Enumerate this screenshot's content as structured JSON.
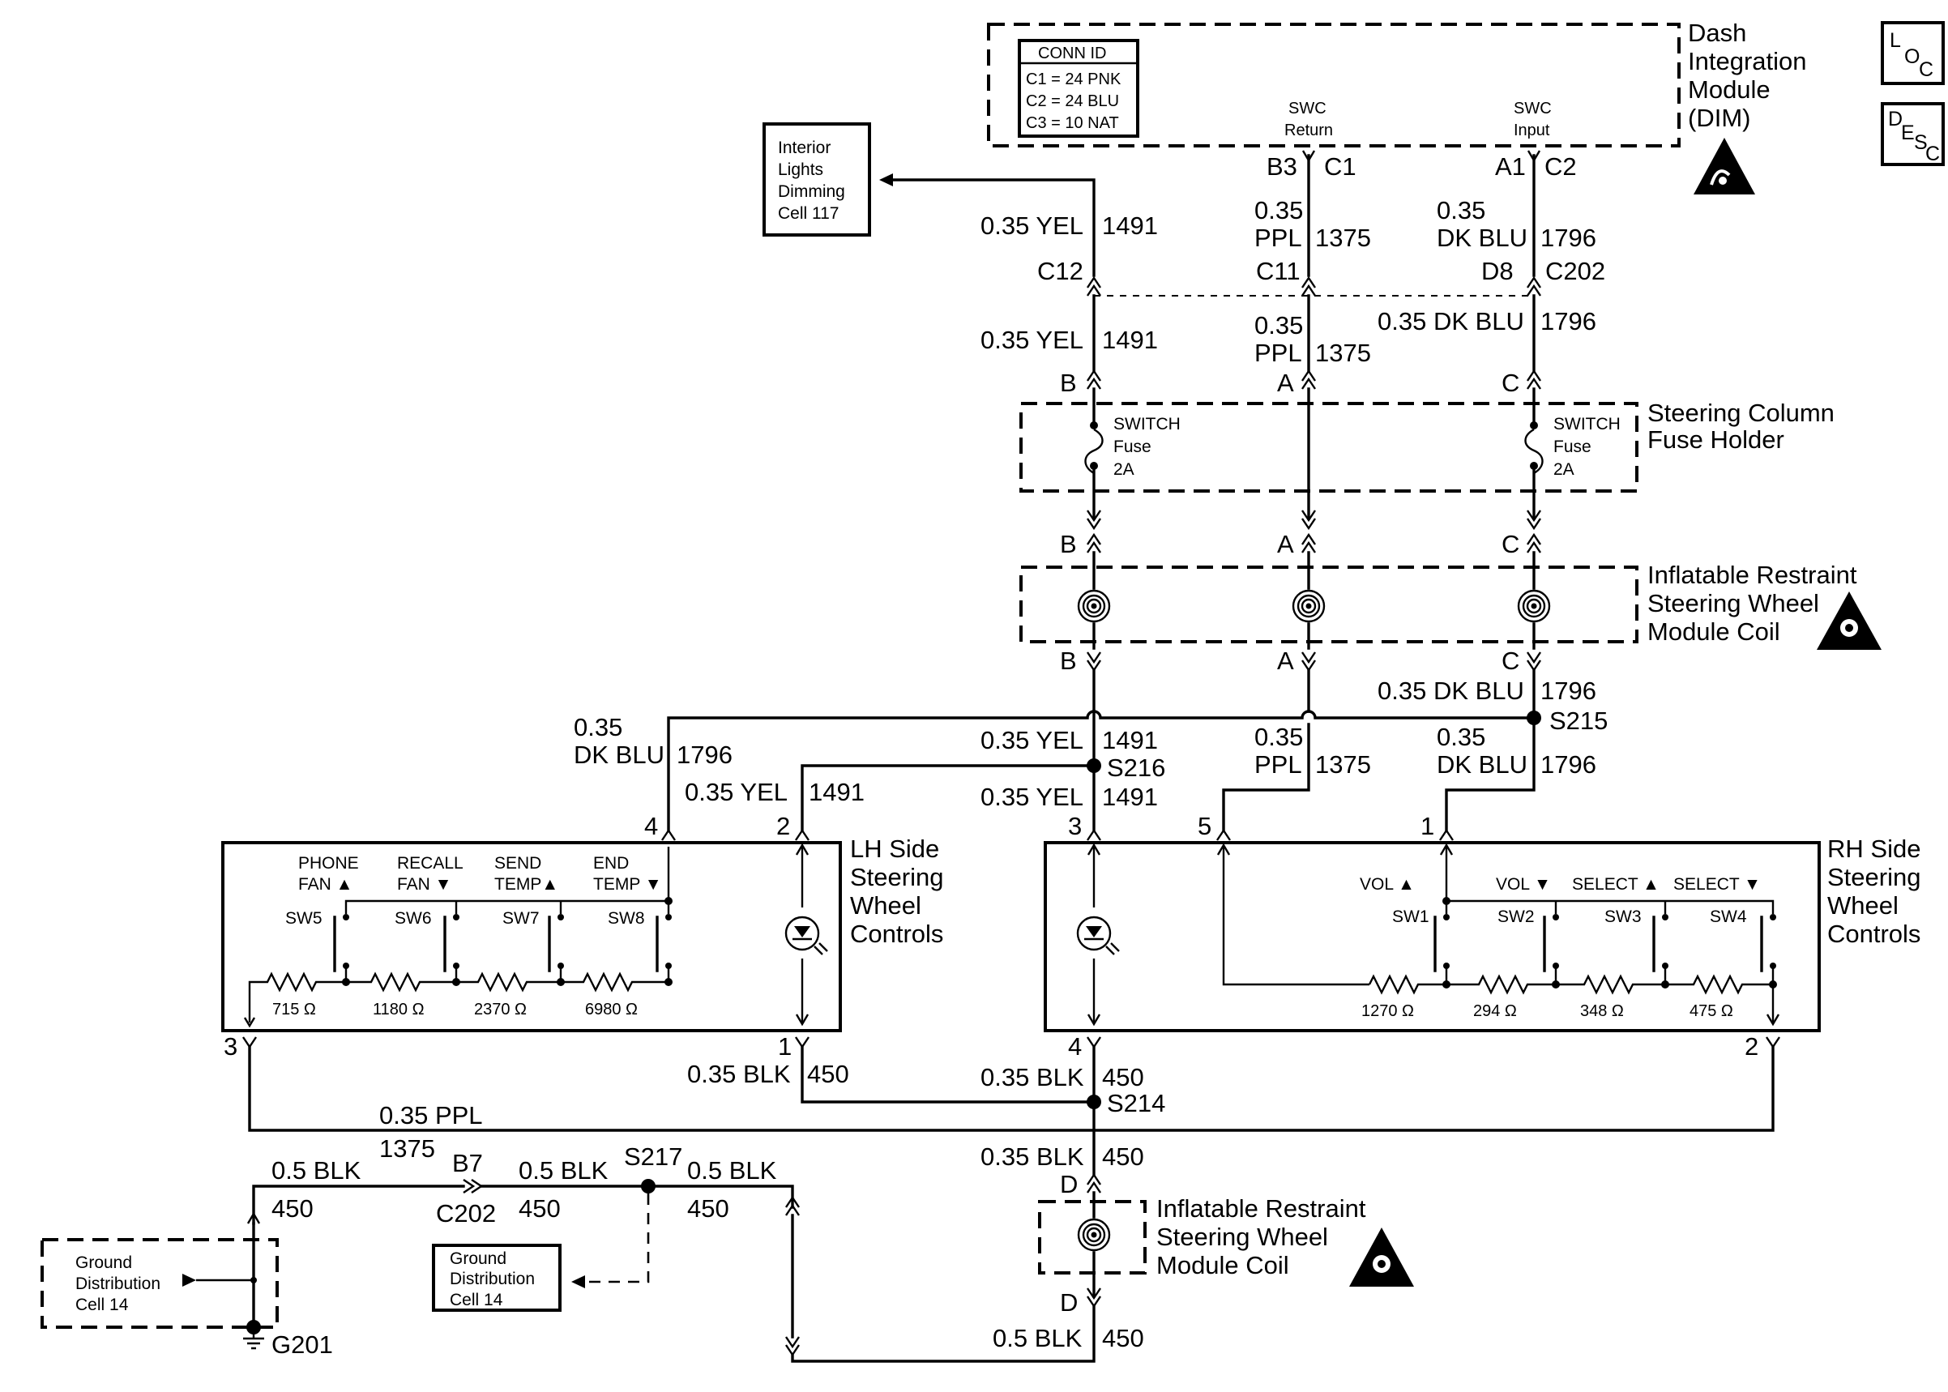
{
  "dim": {
    "title_lines": [
      "Dash",
      "Integration",
      "Module",
      "(DIM)"
    ],
    "conn_id": {
      "header": "CONN ID",
      "rows": [
        "C1 = 24 PNK",
        "C2 = 24 BLU",
        "C3 = 10 NAT"
      ]
    },
    "swc_return": [
      "SWC",
      "Return"
    ],
    "swc_input": [
      "SWC",
      "Input"
    ],
    "pin_return": "B3",
    "conn_return": "C1",
    "pin_input": "A1",
    "conn_input": "C2"
  },
  "side_icons": {
    "loc": [
      "L",
      "O",
      "C"
    ],
    "desc": [
      "D",
      "E",
      "S",
      "C"
    ]
  },
  "interior_lights": [
    "Interior",
    "Lights",
    "Dimming",
    "Cell 117"
  ],
  "wires": {
    "yel": "0.35 YEL",
    "yel_ckt": "1491",
    "ppl_size": "0.35",
    "ppl": "PPL",
    "ppl_ckt": "1375",
    "dkblu_size": "0.35",
    "dkblu": "DK BLU",
    "dkblu_ckt": "1796",
    "dkblu_full": "0.35 DK BLU",
    "blk": "0.35 BLK",
    "blk_ckt": "450",
    "blk05": "0.5 BLK",
    "ppl_full": "0.35 PPL"
  },
  "c202": {
    "c12": "C12",
    "c11": "C11",
    "d8": "D8",
    "name": "C202"
  },
  "pins": {
    "a": "A",
    "b": "B",
    "c": "C",
    "d": "D"
  },
  "fuse_holder": {
    "label": [
      "Steering Column",
      "Fuse Holder"
    ],
    "switch": "SWITCH",
    "fuse": "Fuse",
    "amp": "2A"
  },
  "coil": {
    "label": [
      "Inflatable Restraint",
      "Steering Wheel",
      "Module Coil"
    ]
  },
  "splices": {
    "s215": "S215",
    "s216": "S216",
    "s214": "S214",
    "s217": "S217"
  },
  "lh": {
    "label": [
      "LH Side",
      "Steering",
      "Wheel",
      "Controls"
    ],
    "pins": [
      "4",
      "2",
      "3",
      "1"
    ],
    "switches": [
      {
        "top": "PHONE",
        "bottom": "FAN ▲",
        "name": "SW5",
        "res": "715 Ω"
      },
      {
        "top": "RECALL",
        "bottom": "FAN ▼",
        "name": "SW6",
        "res": "1180 Ω"
      },
      {
        "top": "SEND",
        "bottom": "TEMP▲",
        "name": "SW7",
        "res": "2370 Ω"
      },
      {
        "top": "END",
        "bottom": "TEMP ▼",
        "name": "SW8",
        "res": "6980 Ω"
      }
    ]
  },
  "rh": {
    "label": [
      "RH Side",
      "Steering",
      "Wheel",
      "Controls"
    ],
    "pins": [
      "3",
      "5",
      "1",
      "4",
      "2"
    ],
    "switches": [
      {
        "top": "VOL ▲",
        "name": "SW1",
        "res": "1270 Ω"
      },
      {
        "top": "VOL ▼",
        "name": "SW2",
        "res": "294 Ω"
      },
      {
        "top": "SELECT ▲",
        "name": "SW3",
        "res": "348 Ω"
      },
      {
        "top": "SELECT ▼",
        "name": "SW4",
        "res": "475 Ω"
      }
    ]
  },
  "ground": {
    "cell_a": [
      "Ground",
      "Distribution",
      "Cell 14"
    ],
    "cell_b": [
      "Ground",
      "Distribution",
      "Cell 14"
    ],
    "g201": "G201",
    "b7": "B7",
    "c202": "C202"
  }
}
